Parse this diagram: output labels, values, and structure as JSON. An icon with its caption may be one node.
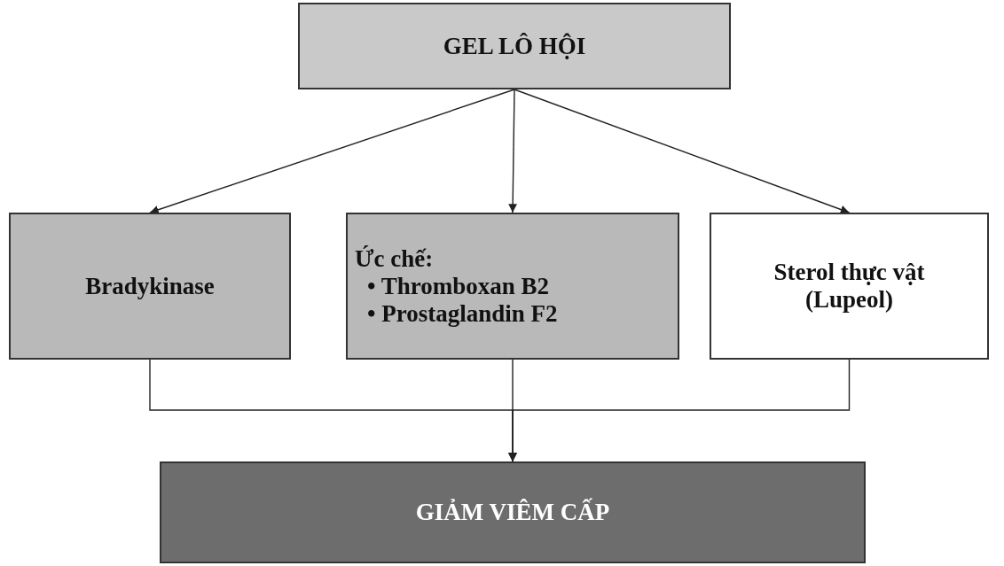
{
  "diagram": {
    "nodes": [
      {
        "text": [
          "GEL LÔ HỘI"
        ]
      },
      {
        "text": [
          "Bradykinase"
        ]
      },
      {
        "text": [
          "Ức chế:",
          "• Thromboxan B2",
          "• Prostaglandin F2"
        ]
      },
      {
        "text": [
          "Sterol thực vật (Lupeol)"
        ]
      },
      {
        "text": [
          "GIẢM VIÊM CẤP"
        ]
      }
    ],
    "edges": [
      {
        "from": 0,
        "to": 1,
        "arrow": "to"
      },
      {
        "from": 0,
        "to": 2,
        "arrow": "to"
      },
      {
        "from": 0,
        "to": 3,
        "arrow": "to"
      },
      {
        "from": 1,
        "to": 4,
        "arrow": "to"
      },
      {
        "from": 2,
        "to": 4,
        "arrow": "to"
      },
      {
        "from": 3,
        "to": 4,
        "arrow": "to"
      }
    ]
  }
}
